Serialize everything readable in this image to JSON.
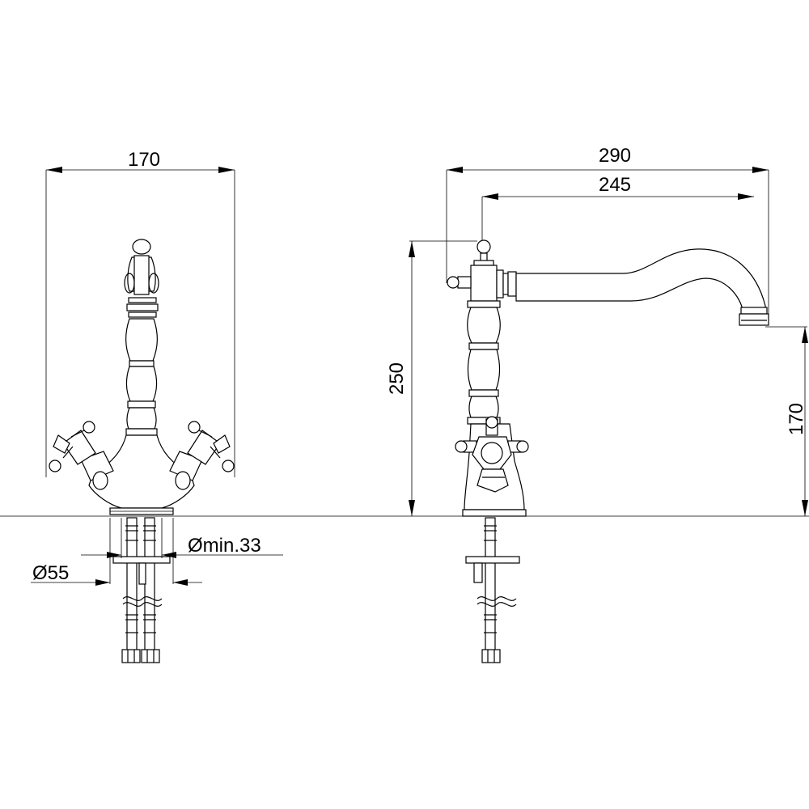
{
  "drawing": {
    "front_view": {
      "width_dim": "170",
      "inner_hole_dim": "Ømin.33",
      "outer_base_dim": "Ø55"
    },
    "side_view": {
      "overall_reach_dim": "290",
      "spout_reach_dim": "245",
      "total_height_dim": "250",
      "spout_height_dim": "170"
    },
    "colors": {
      "line": "#000000",
      "background": "#ffffff"
    }
  }
}
